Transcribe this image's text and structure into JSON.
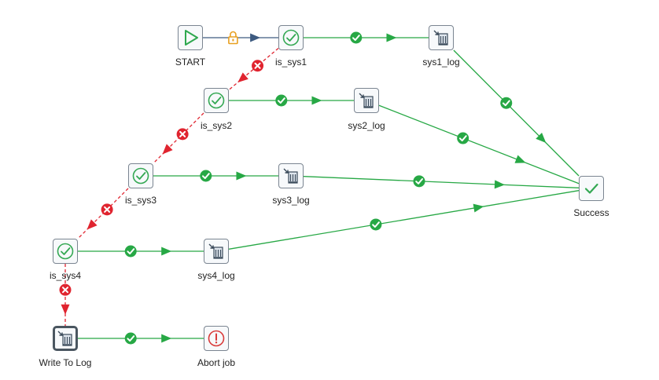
{
  "diagram": {
    "colors": {
      "success_hop": "#27a845",
      "failure_hop": "#e0242f",
      "start_hop": "#3d5a80",
      "start_icon": "#2fa84f",
      "check_icon": "#34a853",
      "abort_icon": "#d93a3a",
      "lock_icon": "#e8a020"
    },
    "nodes": {
      "start": {
        "label": "START",
        "icon": "play-icon"
      },
      "is_sys1": {
        "label": "is_sys1",
        "icon": "check-circle-icon"
      },
      "is_sys2": {
        "label": "is_sys2",
        "icon": "check-circle-icon"
      },
      "is_sys3": {
        "label": "is_sys3",
        "icon": "check-circle-icon"
      },
      "is_sys4": {
        "label": "is_sys4",
        "icon": "check-circle-icon"
      },
      "sys1_log": {
        "label": "sys1_log",
        "icon": "write-log-icon"
      },
      "sys2_log": {
        "label": "sys2_log",
        "icon": "write-log-icon"
      },
      "sys3_log": {
        "label": "sys3_log",
        "icon": "write-log-icon"
      },
      "sys4_log": {
        "label": "sys4_log",
        "icon": "write-log-icon"
      },
      "success": {
        "label": "Success",
        "icon": "checkmark-icon"
      },
      "write_to_log": {
        "label": "Write To Log",
        "icon": "write-log-icon"
      },
      "abort_job": {
        "label": "Abort job",
        "icon": "abort-icon"
      }
    },
    "edges": [
      {
        "from": "start",
        "to": "is_sys1",
        "type": "unconditional"
      },
      {
        "from": "is_sys1",
        "to": "sys1_log",
        "type": "success"
      },
      {
        "from": "is_sys1",
        "to": "is_sys2",
        "type": "failure"
      },
      {
        "from": "is_sys2",
        "to": "sys2_log",
        "type": "success"
      },
      {
        "from": "is_sys2",
        "to": "is_sys3",
        "type": "failure"
      },
      {
        "from": "is_sys3",
        "to": "sys3_log",
        "type": "success"
      },
      {
        "from": "is_sys3",
        "to": "is_sys4",
        "type": "failure"
      },
      {
        "from": "is_sys4",
        "to": "sys4_log",
        "type": "success"
      },
      {
        "from": "is_sys4",
        "to": "write_to_log",
        "type": "failure"
      },
      {
        "from": "write_to_log",
        "to": "abort_job",
        "type": "success"
      },
      {
        "from": "sys1_log",
        "to": "success",
        "type": "success"
      },
      {
        "from": "sys2_log",
        "to": "success",
        "type": "success"
      },
      {
        "from": "sys3_log",
        "to": "success",
        "type": "success"
      },
      {
        "from": "sys4_log",
        "to": "success",
        "type": "success"
      }
    ]
  }
}
